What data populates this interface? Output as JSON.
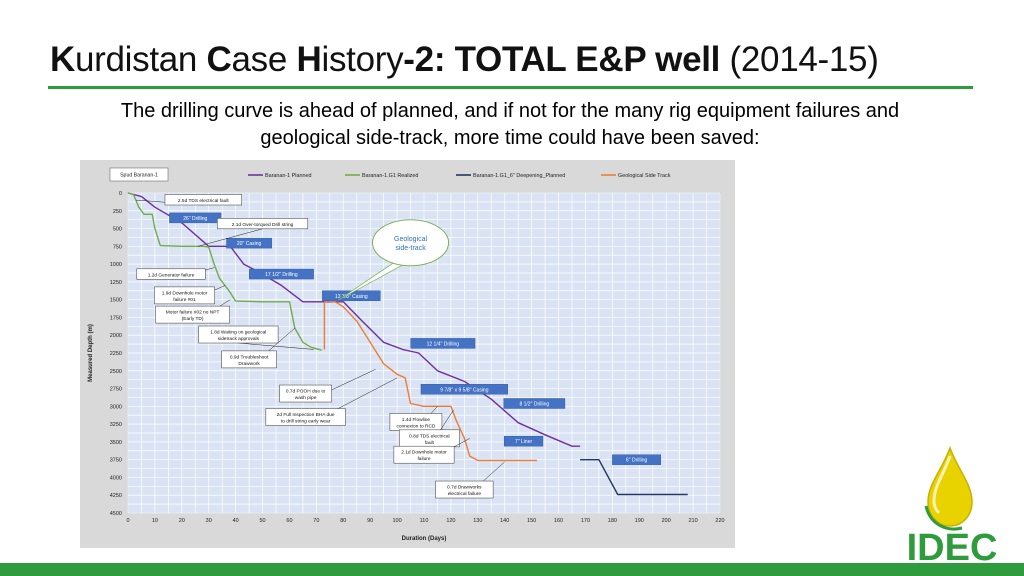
{
  "title": {
    "k1": "K",
    "r1": "urdistan ",
    "k2": "C",
    "r2": "ase ",
    "k3": "H",
    "r3": "istory",
    "bold": "-2: TOTAL E&P well",
    "rest": " (2014-15)"
  },
  "subtitle": {
    "line1": "The drilling curve is ahead of planned, and if not for the many rig equipment failures and",
    "line2": "geological side-track, more time could have been saved:"
  },
  "logo": {
    "text": "IDEC",
    "colors": {
      "green": "#2e9b3c",
      "yellow": "#e8d200"
    }
  },
  "chart_data": {
    "type": "line",
    "xlabel": "Duration (Days)",
    "ylabel": "Measured Depth (m)",
    "xlim": [
      0,
      220
    ],
    "ylim": [
      4500,
      0
    ],
    "xticks": [
      0,
      10,
      20,
      30,
      40,
      50,
      60,
      70,
      80,
      90,
      100,
      110,
      120,
      130,
      140,
      150,
      160,
      170,
      180,
      190,
      200,
      210,
      220
    ],
    "yticks": [
      0,
      250,
      500,
      750,
      1000,
      1250,
      1500,
      1750,
      2000,
      2250,
      2500,
      2750,
      3000,
      3250,
      3500,
      3750,
      4000,
      4250,
      4500
    ],
    "grid": true,
    "legend_position": "top",
    "top_left_note": "Spud Baranan-1",
    "series": [
      {
        "name": "Baranan-1 Planned",
        "color": "#7030a0",
        "points": [
          [
            0,
            0
          ],
          [
            5,
            50
          ],
          [
            10,
            200
          ],
          [
            20,
            420
          ],
          [
            30,
            750
          ],
          [
            38,
            750
          ],
          [
            43,
            1000
          ],
          [
            48,
            1100
          ],
          [
            57,
            1300
          ],
          [
            65,
            1530
          ],
          [
            72,
            1530
          ],
          [
            80,
            1530
          ],
          [
            87,
            1800
          ],
          [
            95,
            2100
          ],
          [
            102,
            2200
          ],
          [
            108,
            2250
          ],
          [
            115,
            2500
          ],
          [
            125,
            2650
          ],
          [
            135,
            2900
          ],
          [
            145,
            3230
          ],
          [
            155,
            3400
          ],
          [
            165,
            3560
          ],
          [
            168,
            3560
          ]
        ]
      },
      {
        "name": "Baranan-1.G1 Realized",
        "color": "#70ad47",
        "points": [
          [
            0,
            0
          ],
          [
            2,
            20
          ],
          [
            4,
            200
          ],
          [
            6,
            300
          ],
          [
            9,
            300
          ],
          [
            10,
            500
          ],
          [
            12,
            740
          ],
          [
            20,
            750
          ],
          [
            28,
            750
          ],
          [
            30,
            760
          ],
          [
            32,
            1000
          ],
          [
            34,
            1200
          ],
          [
            38,
            1400
          ],
          [
            40,
            1520
          ],
          [
            50,
            1530
          ],
          [
            60,
            1530
          ],
          [
            62,
            1900
          ],
          [
            65,
            2100
          ],
          [
            68,
            2170
          ],
          [
            71,
            2200
          ],
          [
            72,
            2210
          ]
        ]
      },
      {
        "name": "Baranan-1.G1_6'' Deepening_Planned",
        "color": "#1f3864",
        "points": [
          [
            168,
            3750
          ],
          [
            175,
            3750
          ],
          [
            182,
            4240
          ],
          [
            208,
            4240
          ]
        ]
      },
      {
        "name": "Geological Side Track",
        "color": "#ed7d31",
        "points": [
          [
            73,
            2200
          ],
          [
            73,
            1540
          ],
          [
            74,
            1520
          ],
          [
            77,
            1530
          ],
          [
            80,
            1600
          ],
          [
            85,
            1800
          ],
          [
            90,
            2100
          ],
          [
            95,
            2400
          ],
          [
            100,
            2550
          ],
          [
            103,
            2600
          ],
          [
            105,
            2960
          ],
          [
            110,
            3000
          ],
          [
            120,
            3000
          ],
          [
            122,
            3200
          ],
          [
            125,
            3450
          ],
          [
            127,
            3700
          ],
          [
            130,
            3760
          ],
          [
            135,
            3760
          ],
          [
            140,
            3760
          ],
          [
            152,
            3760
          ]
        ]
      }
    ],
    "stage_labels": [
      {
        "text": "26'' Drilling",
        "x": 25,
        "y": 350
      },
      {
        "text": "20'' Casing",
        "x": 45,
        "y": 705
      },
      {
        "text": "17 1/2'' Drilling",
        "x": 57,
        "y": 1140
      },
      {
        "text": "13 3/8'' Casing",
        "x": 83,
        "y": 1445
      },
      {
        "text": "12 1/4'' Drilling",
        "x": 117,
        "y": 2115
      },
      {
        "text": "9 7/8'' x 9 5/8'' Casing",
        "x": 125,
        "y": 2760
      },
      {
        "text": "8 1/2'' Drilling",
        "x": 151,
        "y": 2960
      },
      {
        "text": "7'' Liner",
        "x": 147,
        "y": 3490
      },
      {
        "text": "6'' Drilling",
        "x": 189,
        "y": 3750
      }
    ],
    "annotations": [
      {
        "lines": [
          "2.5d TDS electrical fault"
        ],
        "x": 28,
        "y": 95,
        "ax": 3,
        "ay": 100
      },
      {
        "lines": [
          "2.1d Over-torqued Drill string"
        ],
        "x": 50,
        "y": 430,
        "ax": 26,
        "ay": 750
      },
      {
        "lines": [
          "1.2d Generator failure"
        ],
        "x": 16,
        "y": 1140,
        "ax": 32,
        "ay": 1050
      },
      {
        "lines": [
          "1.9d Downhole motor",
          "failure #01"
        ],
        "x": 21,
        "y": 1440,
        "ax": 36,
        "ay": 1300
      },
      {
        "lines": [
          "Motor failure #02 no NPT",
          "(Early TD)"
        ],
        "x": 24,
        "y": 1710,
        "ax": 38,
        "ay": 1500
      },
      {
        "lines": [
          "1.8d Waiting on geological",
          "sidetrack approvals"
        ],
        "x": 41,
        "y": 1990,
        "ax": 69,
        "ay": 2200
      },
      {
        "lines": [
          "0.9d Troubleshoot",
          "Drawwork"
        ],
        "x": 45,
        "y": 2340,
        "ax": 62,
        "ay": 1900
      },
      {
        "lines": [
          "0.7d POOH due to",
          "wash pipe"
        ],
        "x": 66,
        "y": 2820,
        "ax": 92,
        "ay": 2480
      },
      {
        "lines": [
          "2d Full Inspection BHA due",
          "to drill string early wear"
        ],
        "x": 66,
        "y": 3150,
        "ax": 100,
        "ay": 2600
      },
      {
        "lines": [
          "1.4d Flowline",
          "connexion to RCD"
        ],
        "x": 107,
        "y": 3220,
        "ax": 115,
        "ay": 3000
      },
      {
        "lines": [
          "0.8d TDS electrical",
          "fault"
        ],
        "x": 112,
        "y": 3450,
        "ax": 121,
        "ay": 3050
      },
      {
        "lines": [
          "2.1d Downhole motor",
          "failure"
        ],
        "x": 110,
        "y": 3680,
        "ax": 127,
        "ay": 3450
      },
      {
        "lines": [
          "0.7d Drawworks",
          "electrical failure"
        ],
        "x": 125,
        "y": 4170,
        "ax": 140,
        "ay": 3780
      }
    ],
    "callout": {
      "lines": [
        "Geological",
        "side-track"
      ],
      "x": 105,
      "y": 700,
      "ax": 78,
      "ay": 1510
    }
  }
}
